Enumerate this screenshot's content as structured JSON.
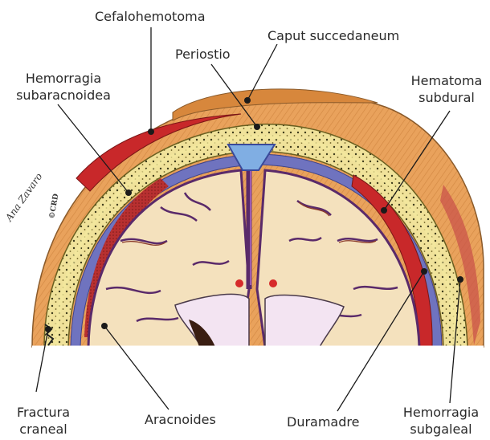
{
  "labels": {
    "cefalohematoma": "Cefalohemotoma",
    "caput": "Caput succedaneum",
    "periostio": "Periostio",
    "hem_subarac_1": "Hemorragia",
    "hem_subarac_2": "subaracnoidea",
    "hematoma_1": "Hematoma",
    "hematoma_2": "subdural",
    "fractura_1": "Fractura",
    "fractura_2": "craneal",
    "aracnoides": "Aracnoides",
    "duramadre": "Duramadre",
    "subgaleal_1": "Hemorragia",
    "subgaleal_2": "subgaleal"
  },
  "signature": {
    "name": "Ana Zavaro",
    "mark": "©CRD"
  },
  "colors": {
    "scalp": "#e8a05a",
    "scalp_dark": "#c97a35",
    "blood": "#c8282a",
    "bone": "#f2e6a0",
    "bone_dots": "#3a3a1a",
    "dura": "#6a6fb8",
    "brain": "#f5e3c0",
    "vessels": "#5a2a6a",
    "csf": "#7fa8e0",
    "ventricle": "#f1dff0"
  }
}
